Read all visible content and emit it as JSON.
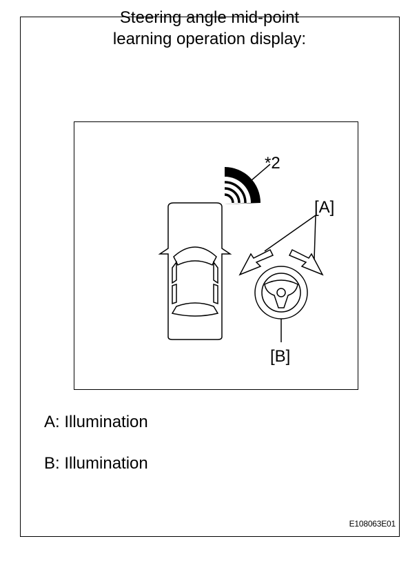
{
  "title": {
    "line1": "Steering angle mid-point",
    "line2": "learning operation display:"
  },
  "callouts": {
    "star2": "*2",
    "a": "[A]",
    "b": "[B]"
  },
  "legend": {
    "a": "A: Illumination",
    "b": "B: Illumination"
  },
  "figure_code": "E108063E01",
  "icons": {
    "car": "car-top-view-icon",
    "sensor": "sensor-waves-icon",
    "steering": "steering-wheel-icon",
    "arrows": "rotation-arrows-icon"
  },
  "colors": {
    "line": "#000000",
    "background": "#ffffff"
  }
}
